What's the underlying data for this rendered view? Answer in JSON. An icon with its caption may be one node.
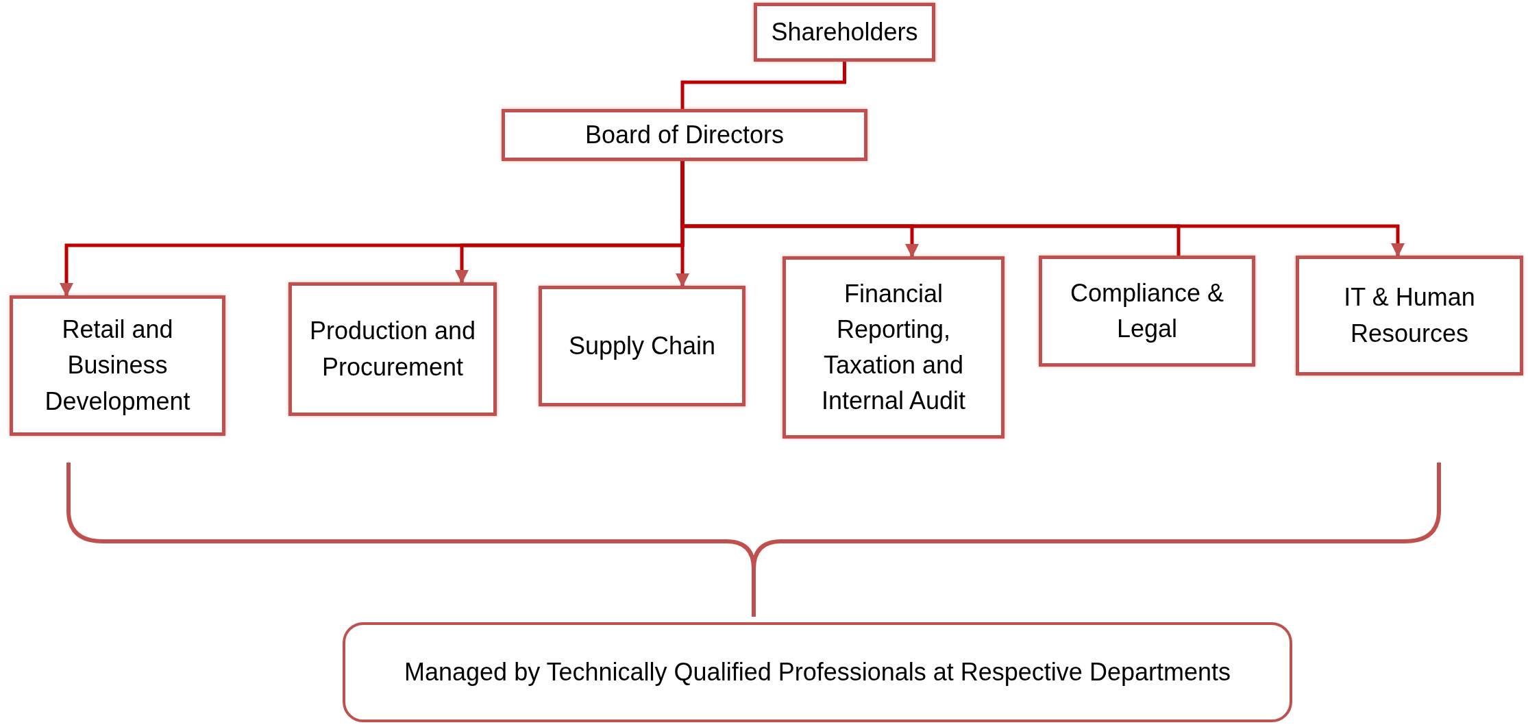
{
  "diagram": {
    "nodes": [
      {
        "text": [
          "Shareholders"
        ]
      },
      {
        "text": [
          "Board of Directors"
        ]
      },
      {
        "text": [
          "Retail and Business Development"
        ]
      },
      {
        "text": [
          "Production and Procurement"
        ]
      },
      {
        "text": [
          "Supply Chain"
        ]
      },
      {
        "text": [
          "Financial Reporting, Taxation and Internal Audit"
        ]
      },
      {
        "text": [
          "Compliance & Legal"
        ]
      },
      {
        "text": [
          "IT & Human Resources"
        ]
      },
      {
        "text": [
          "Managed by Technically Qualified Professionals at Respective Departments"
        ]
      }
    ],
    "edges": [
      {
        "from": 0,
        "to": 1,
        "arrow": "none"
      },
      {
        "from": 1,
        "to": 2,
        "arrow": "to"
      },
      {
        "from": 1,
        "to": 3,
        "arrow": "to"
      },
      {
        "from": 1,
        "to": 4,
        "arrow": "to"
      },
      {
        "from": 1,
        "to": 5,
        "arrow": "to"
      },
      {
        "from": 1,
        "to": 6,
        "arrow": "none"
      },
      {
        "from": 1,
        "to": 7,
        "arrow": "to"
      }
    ]
  }
}
